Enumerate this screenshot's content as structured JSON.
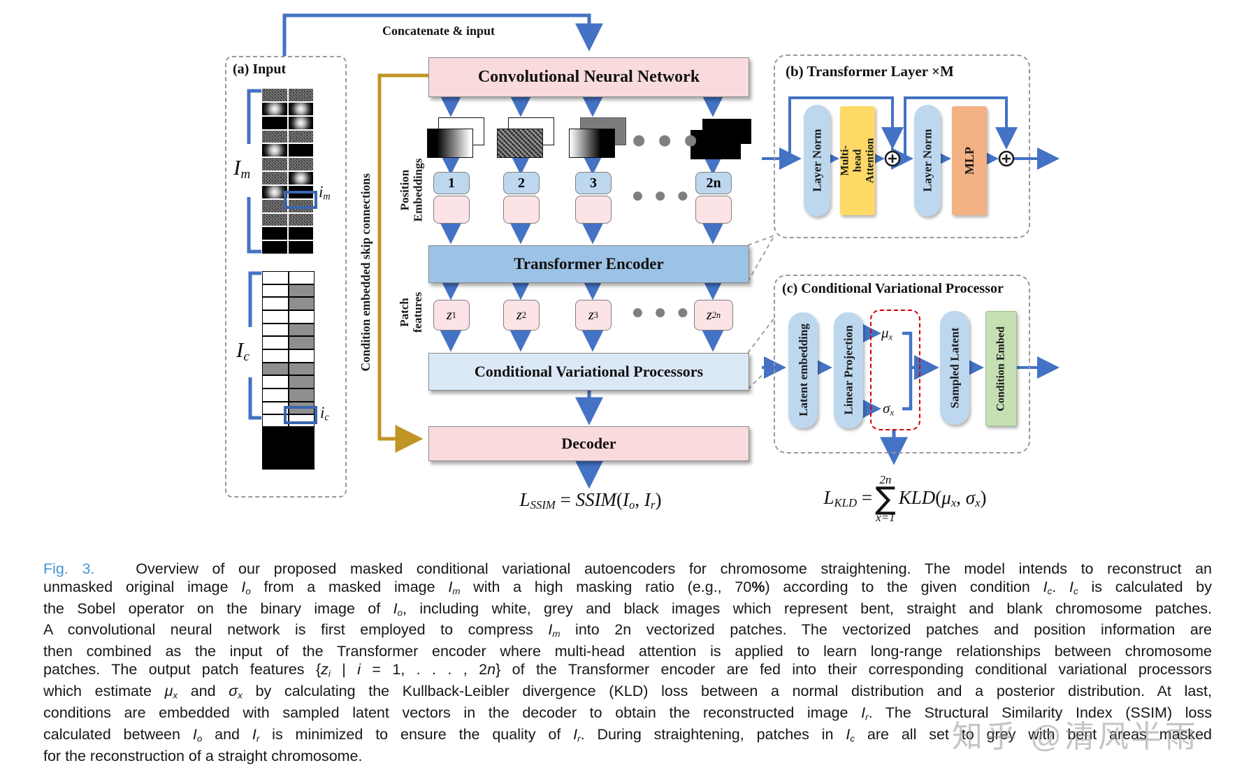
{
  "palette": {
    "arrow_blue": "#4472c4",
    "skip_gold": "#c09526",
    "pink": "#fadbdd",
    "pos_blue": "#bdd7ee",
    "encoder_blue": "#9cc3e5",
    "cvp_blue": "#dbe9f6",
    "mha_yellow": "#ffd966",
    "mlp_orange": "#f4b183",
    "green": "#c6e0b4",
    "red_dash": "#d40000",
    "fig_label_blue": "#4496d3"
  },
  "panel_a": {
    "title": "(a) Input",
    "im_label": [
      {
        "t": "I",
        "i": true
      },
      {
        "t": "m",
        "i": true,
        "sub": true
      }
    ],
    "im_patch_label": [
      {
        "t": "i",
        "i": true
      },
      {
        "t": "m",
        "i": true,
        "sub": true
      }
    ],
    "ic_label": [
      {
        "t": "I",
        "i": true
      },
      {
        "t": "c",
        "i": true,
        "sub": true
      }
    ],
    "ic_patch_label": [
      {
        "t": "i",
        "i": true
      },
      {
        "t": "c",
        "i": true,
        "sub": true
      }
    ],
    "im_cells": [
      "n",
      "n",
      "g",
      "g",
      "k",
      "g",
      "n",
      "n",
      "g",
      "k",
      "n",
      "n",
      "n",
      "g",
      "g",
      "k",
      "n",
      "n",
      "n",
      "n",
      "k",
      "k",
      "k",
      "k"
    ],
    "ic_cells": [
      "w",
      "w",
      "w",
      "gr",
      "w",
      "gr",
      "w",
      "w",
      "w",
      "gr",
      "w",
      "gr",
      "w",
      "w",
      "gr",
      "gr",
      "w",
      "gr",
      "w",
      "gr",
      "w",
      "gr",
      "w",
      "w"
    ]
  },
  "pipeline": {
    "concat_label": "Concatenate & input",
    "cnn": "Convolutional Neural Network",
    "position_embeddings_label": "Position\nEmbeddings",
    "patch_features_label": "Patch\nfeatures",
    "skip_label": "Condition embedded skip connections",
    "pos_labels": [
      "1",
      "2",
      "3",
      "2n"
    ],
    "z_labels": [
      [
        {
          "t": "z",
          "i": true
        },
        {
          "t": "1",
          "sub": true
        }
      ],
      [
        {
          "t": "z",
          "i": true
        },
        {
          "t": "2",
          "sub": true
        }
      ],
      [
        {
          "t": "z",
          "i": true
        },
        {
          "t": "3",
          "sub": true
        }
      ],
      [
        {
          "t": "z",
          "i": true
        },
        {
          "t": "2n",
          "sub": true,
          "i": true
        }
      ]
    ],
    "encoder": "Transformer Encoder",
    "cvp": "Conditional Variational Processors",
    "decoder": "Decoder",
    "dots": "● ● ●"
  },
  "panel_b": {
    "title": "(b) Transformer Layer ×M",
    "layer_norm_1": "Layer Norm",
    "mha": "Multi-head\nAttention",
    "layer_norm_2": "Layer Norm",
    "mlp": "MLP",
    "plus": "+"
  },
  "panel_c": {
    "title": "(c) Conditional Variational Processor",
    "latent_embedding": "Latent embedding",
    "linear_projection": "Linear Projection",
    "mu": [
      {
        "t": "μ",
        "i": true
      },
      {
        "t": "x",
        "i": true,
        "sub": true
      }
    ],
    "sigma": [
      {
        "t": "σ",
        "i": true
      },
      {
        "t": "x",
        "i": true,
        "sub": true
      }
    ],
    "sampled_latent": "Sampled Latent",
    "condition_embed": "Condition Embed"
  },
  "formulas": {
    "ssim": [
      {
        "t": "L",
        "i": true
      },
      {
        "t": "SSIM",
        "i": true,
        "sub": true
      },
      {
        "t": " = "
      },
      {
        "t": "SSIM",
        "i": true
      },
      {
        "t": "("
      },
      {
        "t": "I",
        "i": true
      },
      {
        "t": "o",
        "i": true,
        "sub": true
      },
      {
        "t": ", "
      },
      {
        "t": "I",
        "i": true
      },
      {
        "t": "r",
        "i": true,
        "sub": true
      },
      {
        "t": ")"
      }
    ],
    "kld_prefix": [
      {
        "t": "L",
        "i": true
      },
      {
        "t": "KLD",
        "i": true,
        "sub": true
      },
      {
        "t": " = "
      }
    ],
    "kld_upper": "2n",
    "kld_sigma": "∑",
    "kld_lower": "x=1",
    "kld_suffix": [
      {
        "t": "KLD",
        "i": true
      },
      {
        "t": "("
      },
      {
        "t": "μ",
        "i": true
      },
      {
        "t": "x",
        "i": true,
        "sub": true
      },
      {
        "t": ", "
      },
      {
        "t": "σ",
        "i": true
      },
      {
        "t": "x",
        "i": true,
        "sub": true
      },
      {
        "t": ")"
      }
    ]
  },
  "caption": {
    "lines": [
      [
        {
          "t": "Fig. 3.",
          "c": "#4496d3"
        },
        {
          "t": "   Overview of our proposed masked conditional variational autoencoders for chromosome straightening. The model intends to reconstruct an"
        }
      ],
      [
        {
          "t": "unmasked original image "
        },
        {
          "t": "I",
          "i": true
        },
        {
          "t": "o",
          "i": true,
          "sub": true
        },
        {
          "t": " from a masked image "
        },
        {
          "t": "I",
          "i": true
        },
        {
          "t": "m",
          "i": true,
          "sub": true
        },
        {
          "t": " with a high masking ratio (e.g., 70"
        },
        {
          "t": "%",
          "b": true
        },
        {
          "t": ") according to the given condition "
        },
        {
          "t": "I",
          "i": true
        },
        {
          "t": "c",
          "i": true,
          "sub": true
        },
        {
          "t": ". "
        },
        {
          "t": "I",
          "i": true
        },
        {
          "t": "c",
          "i": true,
          "sub": true
        },
        {
          "t": " is calculated by"
        }
      ],
      [
        {
          "t": "the Sobel operator on the binary image of "
        },
        {
          "t": "I",
          "i": true
        },
        {
          "t": "o",
          "i": true,
          "sub": true
        },
        {
          "t": ", including white, grey and black images which represent bent, straight and blank chromosome patches."
        }
      ],
      [
        {
          "t": "A convolutional neural network is first employed to compress "
        },
        {
          "t": "I",
          "i": true
        },
        {
          "t": "m",
          "i": true,
          "sub": true
        },
        {
          "t": " into 2n vectorized patches. The vectorized patches and position information are"
        }
      ],
      [
        {
          "t": "then combined as the input of the Transformer encoder where multi-head attention is applied to learn long-range relationships between chromosome"
        }
      ],
      [
        {
          "t": "patches. The output patch features {"
        },
        {
          "t": "z",
          "i": true
        },
        {
          "t": "i",
          "i": true,
          "sub": true
        },
        {
          "t": " | "
        },
        {
          "t": "i",
          "i": true
        },
        {
          "t": " = 1, . . . , 2"
        },
        {
          "t": "n",
          "i": true
        },
        {
          "t": "} of the Transformer encoder are fed into their corresponding conditional variational processors"
        }
      ],
      [
        {
          "t": "which estimate "
        },
        {
          "t": "μ",
          "i": true
        },
        {
          "t": "x",
          "i": true,
          "sub": true
        },
        {
          "t": " and "
        },
        {
          "t": "σ",
          "i": true
        },
        {
          "t": "x",
          "i": true,
          "sub": true
        },
        {
          "t": " by calculating the Kullback-Leibler divergence (KLD) loss between a normal distribution and a posterior distribution. At last,"
        }
      ],
      [
        {
          "t": "conditions are embedded with sampled latent vectors in the decoder to obtain the reconstructed image "
        },
        {
          "t": "I",
          "i": true
        },
        {
          "t": "r",
          "i": true,
          "sub": true
        },
        {
          "t": ". The Structural Similarity Index (SSIM) loss"
        }
      ],
      [
        {
          "t": "calculated between "
        },
        {
          "t": "I",
          "i": true
        },
        {
          "t": "o",
          "i": true,
          "sub": true
        },
        {
          "t": " and "
        },
        {
          "t": "I",
          "i": true
        },
        {
          "t": "r",
          "i": true,
          "sub": true
        },
        {
          "t": " is minimized to ensure the quality of "
        },
        {
          "t": "I",
          "i": true
        },
        {
          "t": "r",
          "i": true,
          "sub": true
        },
        {
          "t": ". During straightening, patches in "
        },
        {
          "t": "I",
          "i": true
        },
        {
          "t": "c",
          "i": true,
          "sub": true
        },
        {
          "t": " are all set to grey with bent areas masked"
        }
      ],
      [
        {
          "t": "for the reconstruction of a straight chromosome."
        }
      ]
    ]
  },
  "watermark": "知乎 @清风半雨"
}
